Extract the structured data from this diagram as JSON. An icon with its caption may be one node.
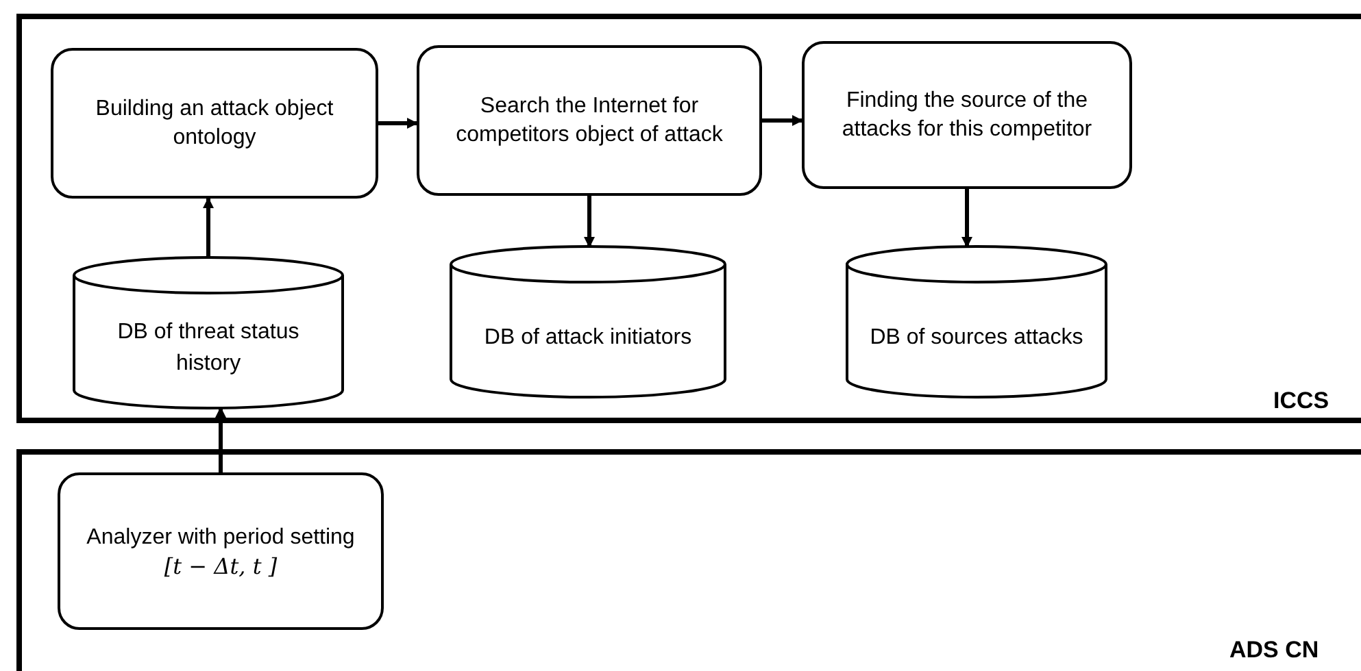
{
  "diagram": {
    "nodes": [
      {
        "text": [
          "ICCS"
        ]
      },
      {
        "text": [
          "Building an attack object ontology"
        ],
        "in": 0
      },
      {
        "text": [
          "Search the Internet for competitors object of attack"
        ],
        "in": 0
      },
      {
        "text": [
          "Finding the source of the attacks for this competitor"
        ],
        "in": 0
      },
      {
        "text": [
          "DB of threat status history"
        ],
        "in": 0
      },
      {
        "text": [
          "DB of attack initiators"
        ],
        "in": 0
      },
      {
        "text": [
          "DB of sources attacks"
        ],
        "in": 0
      },
      {
        "text": [
          "ADS CN"
        ]
      },
      {
        "text": [
          "Analyzer with period setting",
          "[t − Δt, t ]"
        ],
        "in": 7
      }
    ],
    "edges": [
      {
        "from": 1,
        "to": 2,
        "arrow": "to"
      },
      {
        "from": 2,
        "to": 3,
        "arrow": "to"
      },
      {
        "from": 4,
        "to": 1,
        "arrow": "to"
      },
      {
        "from": 2,
        "to": 5,
        "arrow": "to"
      },
      {
        "from": 3,
        "to": 6,
        "arrow": "to"
      },
      {
        "from": 8,
        "to": 4,
        "arrow": "to"
      }
    ]
  }
}
